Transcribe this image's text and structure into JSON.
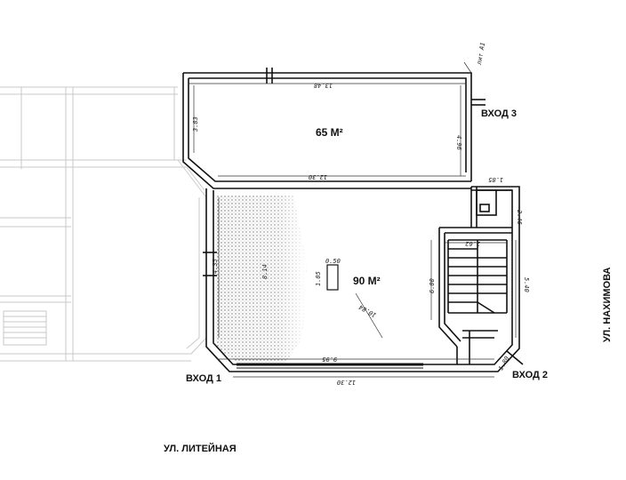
{
  "labels": {
    "entrance_1": "ВХОД 1",
    "entrance_2": "ВХОД 2",
    "entrance_3": "ВХОД 3",
    "street_liteynaya": "УЛ. ЛИТЕЙНАЯ",
    "street_nakhimova": "УЛ. НАХИМОВА"
  },
  "rooms": {
    "upper_area": "65 М²",
    "lower_area": "90 М²"
  },
  "dimensions": {
    "upper_top": "13.48",
    "upper_bottom": "12.30",
    "upper_left": "3.83",
    "upper_right": "4.96",
    "lower_bottom_outer": "12.30",
    "lower_bottom_inner": "9.95",
    "lower_left": "4.35",
    "lower_interior": "10.84",
    "lower_middle": "8.14",
    "column_w": "0.50",
    "column_h": "1.05",
    "stair_top": "2.62",
    "stair_left": "6.00",
    "stair_right": "5.40",
    "small_1": "1.85",
    "small_2": "2.46",
    "small_3": "1.80",
    "note_top": "лит А1"
  }
}
